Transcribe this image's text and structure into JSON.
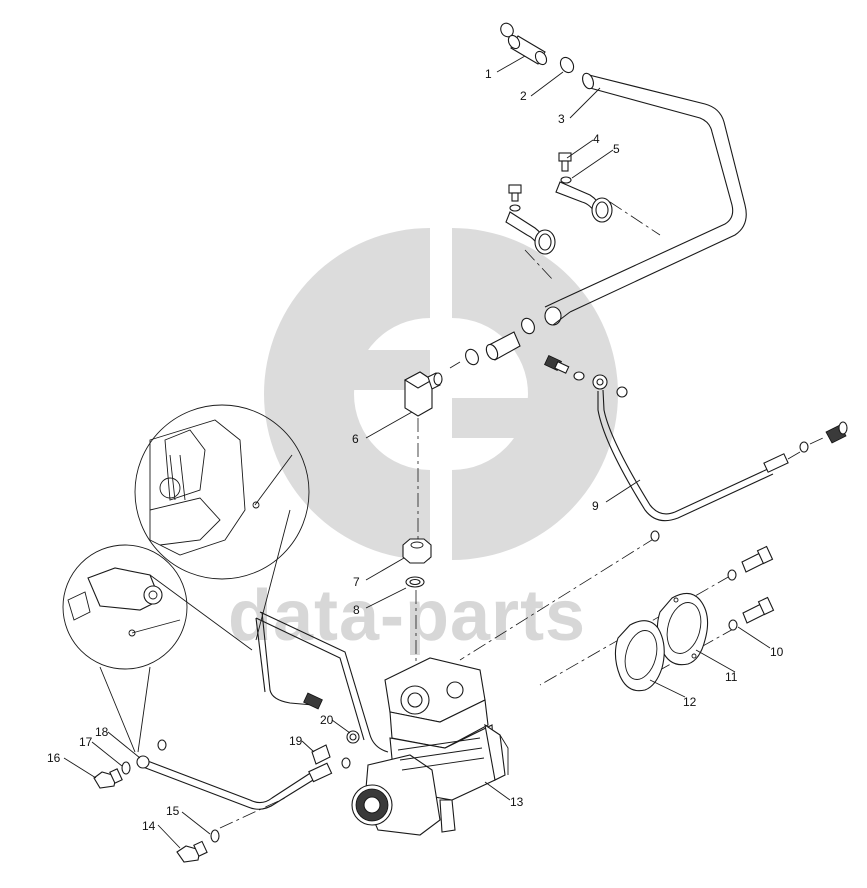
{
  "watermark": {
    "text": "data-parts",
    "color": "#d7d7d7"
  },
  "callouts": [
    {
      "num": "1"
    },
    {
      "num": "2"
    },
    {
      "num": "3"
    },
    {
      "num": "4"
    },
    {
      "num": "5"
    },
    {
      "num": "6"
    },
    {
      "num": "7"
    },
    {
      "num": "8"
    },
    {
      "num": "9"
    },
    {
      "num": "10"
    },
    {
      "num": "11"
    },
    {
      "num": "12"
    },
    {
      "num": "13"
    },
    {
      "num": "14"
    },
    {
      "num": "15"
    },
    {
      "num": "16"
    },
    {
      "num": "17"
    },
    {
      "num": "18"
    },
    {
      "num": "19"
    },
    {
      "num": "20"
    }
  ],
  "colors": {
    "line": "#1a1a1a",
    "background": "#ffffff",
    "watermark": "#d7d7d7"
  }
}
